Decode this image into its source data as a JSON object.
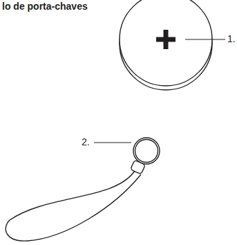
{
  "diagram": {
    "title": "lo de porta-chaves",
    "labels": [
      "1.",
      "2."
    ]
  }
}
